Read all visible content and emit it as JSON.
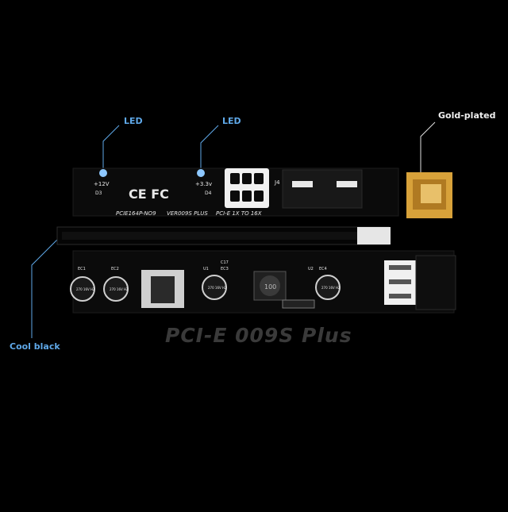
{
  "callouts": {
    "led_left": "LED",
    "led_right": "LED",
    "gold_plated": "Gold-plated",
    "cool_black": "Cool black"
  },
  "board": {
    "v12": "+12V",
    "v33": "+3.3v",
    "d3": "D3",
    "d4": "D4",
    "j4": "J4",
    "cert": "CE FC",
    "model": "PCIE164P-NO9",
    "version": "VER009S PLUS",
    "bus": "PCI-E 1X TO 16X",
    "ec1": "EC1",
    "ec2": "EC2",
    "ec3": "EC3",
    "ec4": "EC4",
    "u1": "U1",
    "u2": "U2",
    "c17": "C17",
    "inductor": "100",
    "cap_label": "270 16V HZ"
  },
  "watermark": "PCI-E  009S Plus",
  "colors": {
    "accent": "#5fa8e8",
    "board": "#0a0a0a",
    "gold": "#e8b040"
  }
}
